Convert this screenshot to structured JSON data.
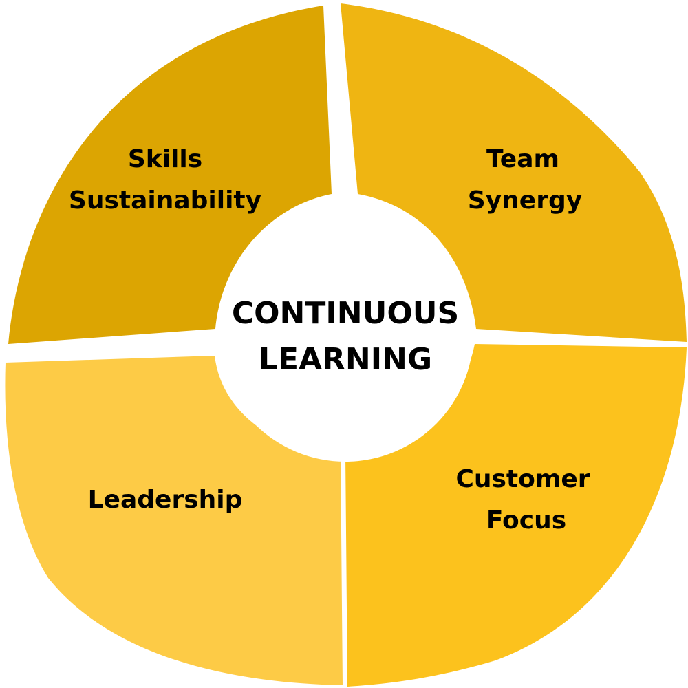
{
  "center": {
    "line1": "CONTINUOUS",
    "line2": "LEARNING"
  },
  "segments": [
    {
      "line1": "Skills",
      "line2": "Sustainability",
      "color": "#DCA502"
    },
    {
      "line1": "Team",
      "line2": "Synergy",
      "color": "#EFB512"
    },
    {
      "line1": "Customer",
      "line2": "Focus",
      "color": "#FCC21D"
    },
    {
      "line1": "Leadership",
      "color": "#FDCB46"
    }
  ]
}
